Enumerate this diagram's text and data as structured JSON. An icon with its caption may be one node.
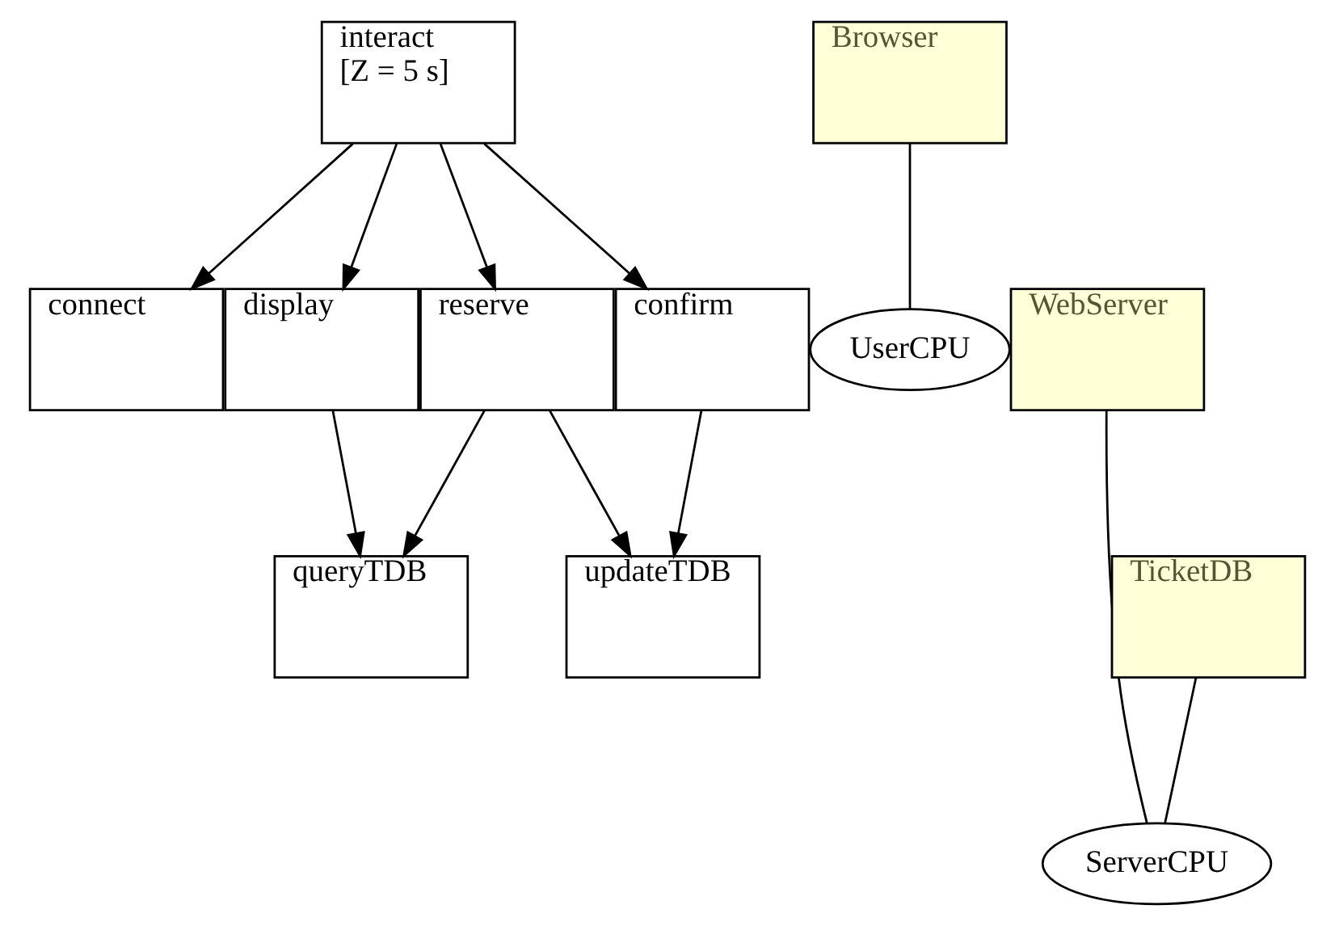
{
  "diagram": {
    "nodes": [
      {
        "text": [
          "interact",
          "[Z = 5 s]"
        ]
      },
      {
        "text": [
          "Browser"
        ]
      },
      {
        "text": [
          "connect"
        ]
      },
      {
        "text": [
          "display"
        ]
      },
      {
        "text": [
          "reserve"
        ]
      },
      {
        "text": [
          "confirm"
        ]
      },
      {
        "text": [
          "WebServer"
        ]
      },
      {
        "text": [
          "queryTDB"
        ]
      },
      {
        "text": [
          "updateTDB"
        ]
      },
      {
        "text": [
          "TicketDB"
        ]
      },
      {
        "text": [
          "UserCPU"
        ]
      },
      {
        "text": [
          "ServerCPU"
        ]
      }
    ],
    "edges": [
      {
        "from": 0,
        "to": 2,
        "arrow": "to"
      },
      {
        "from": 0,
        "to": 3,
        "arrow": "to"
      },
      {
        "from": 0,
        "to": 4,
        "arrow": "to"
      },
      {
        "from": 0,
        "to": 5,
        "arrow": "to"
      },
      {
        "from": 1,
        "to": 10,
        "arrow": "none"
      },
      {
        "from": 3,
        "to": 7,
        "arrow": "to"
      },
      {
        "from": 4,
        "to": 7,
        "arrow": "to"
      },
      {
        "from": 4,
        "to": 8,
        "arrow": "to"
      },
      {
        "from": 5,
        "to": 8,
        "arrow": "to"
      },
      {
        "from": 6,
        "to": 11,
        "arrow": "none"
      },
      {
        "from": 9,
        "to": 11,
        "arrow": "none"
      }
    ]
  }
}
